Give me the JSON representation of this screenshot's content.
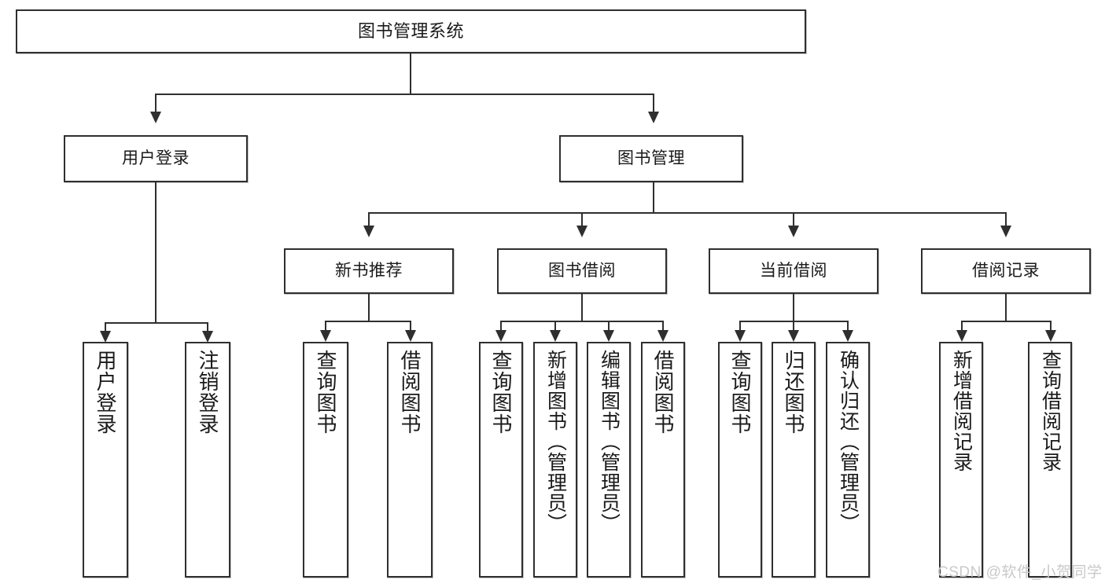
{
  "diagram": {
    "title": "图书管理系统",
    "type": "hierarchy-tree",
    "root": {
      "label": "图书管理系统"
    },
    "level2": [
      {
        "label": "用户登录"
      },
      {
        "label": "图书管理"
      }
    ],
    "level3": [
      {
        "label": "新书推荐"
      },
      {
        "label": "图书借阅"
      },
      {
        "label": "当前借阅"
      },
      {
        "label": "借阅记录"
      }
    ],
    "leaves": {
      "user_login": [
        {
          "label": "用户登录"
        },
        {
          "label": "注销登录"
        }
      ],
      "new_book_recommend": [
        {
          "label": "查询图书"
        },
        {
          "label": "借阅图书"
        }
      ],
      "book_borrow": [
        {
          "label": "查询图书"
        },
        {
          "label": "新增图书（管理员）"
        },
        {
          "label": "编辑图书（管理员）"
        },
        {
          "label": "借阅图书"
        }
      ],
      "current_borrow": [
        {
          "label": "查询图书"
        },
        {
          "label": "归还图书"
        },
        {
          "label": "确认归还（管理员）"
        }
      ],
      "borrow_record": [
        {
          "label": "新增借阅记录"
        },
        {
          "label": "查询借阅记录"
        }
      ]
    }
  },
  "watermark": {
    "text": "CSDN @软件_小贺同学"
  },
  "colors": {
    "border": "#2f2f2f",
    "background": "#ffffff",
    "text": "#1a1a1a",
    "watermark": "#c9c9c9"
  }
}
